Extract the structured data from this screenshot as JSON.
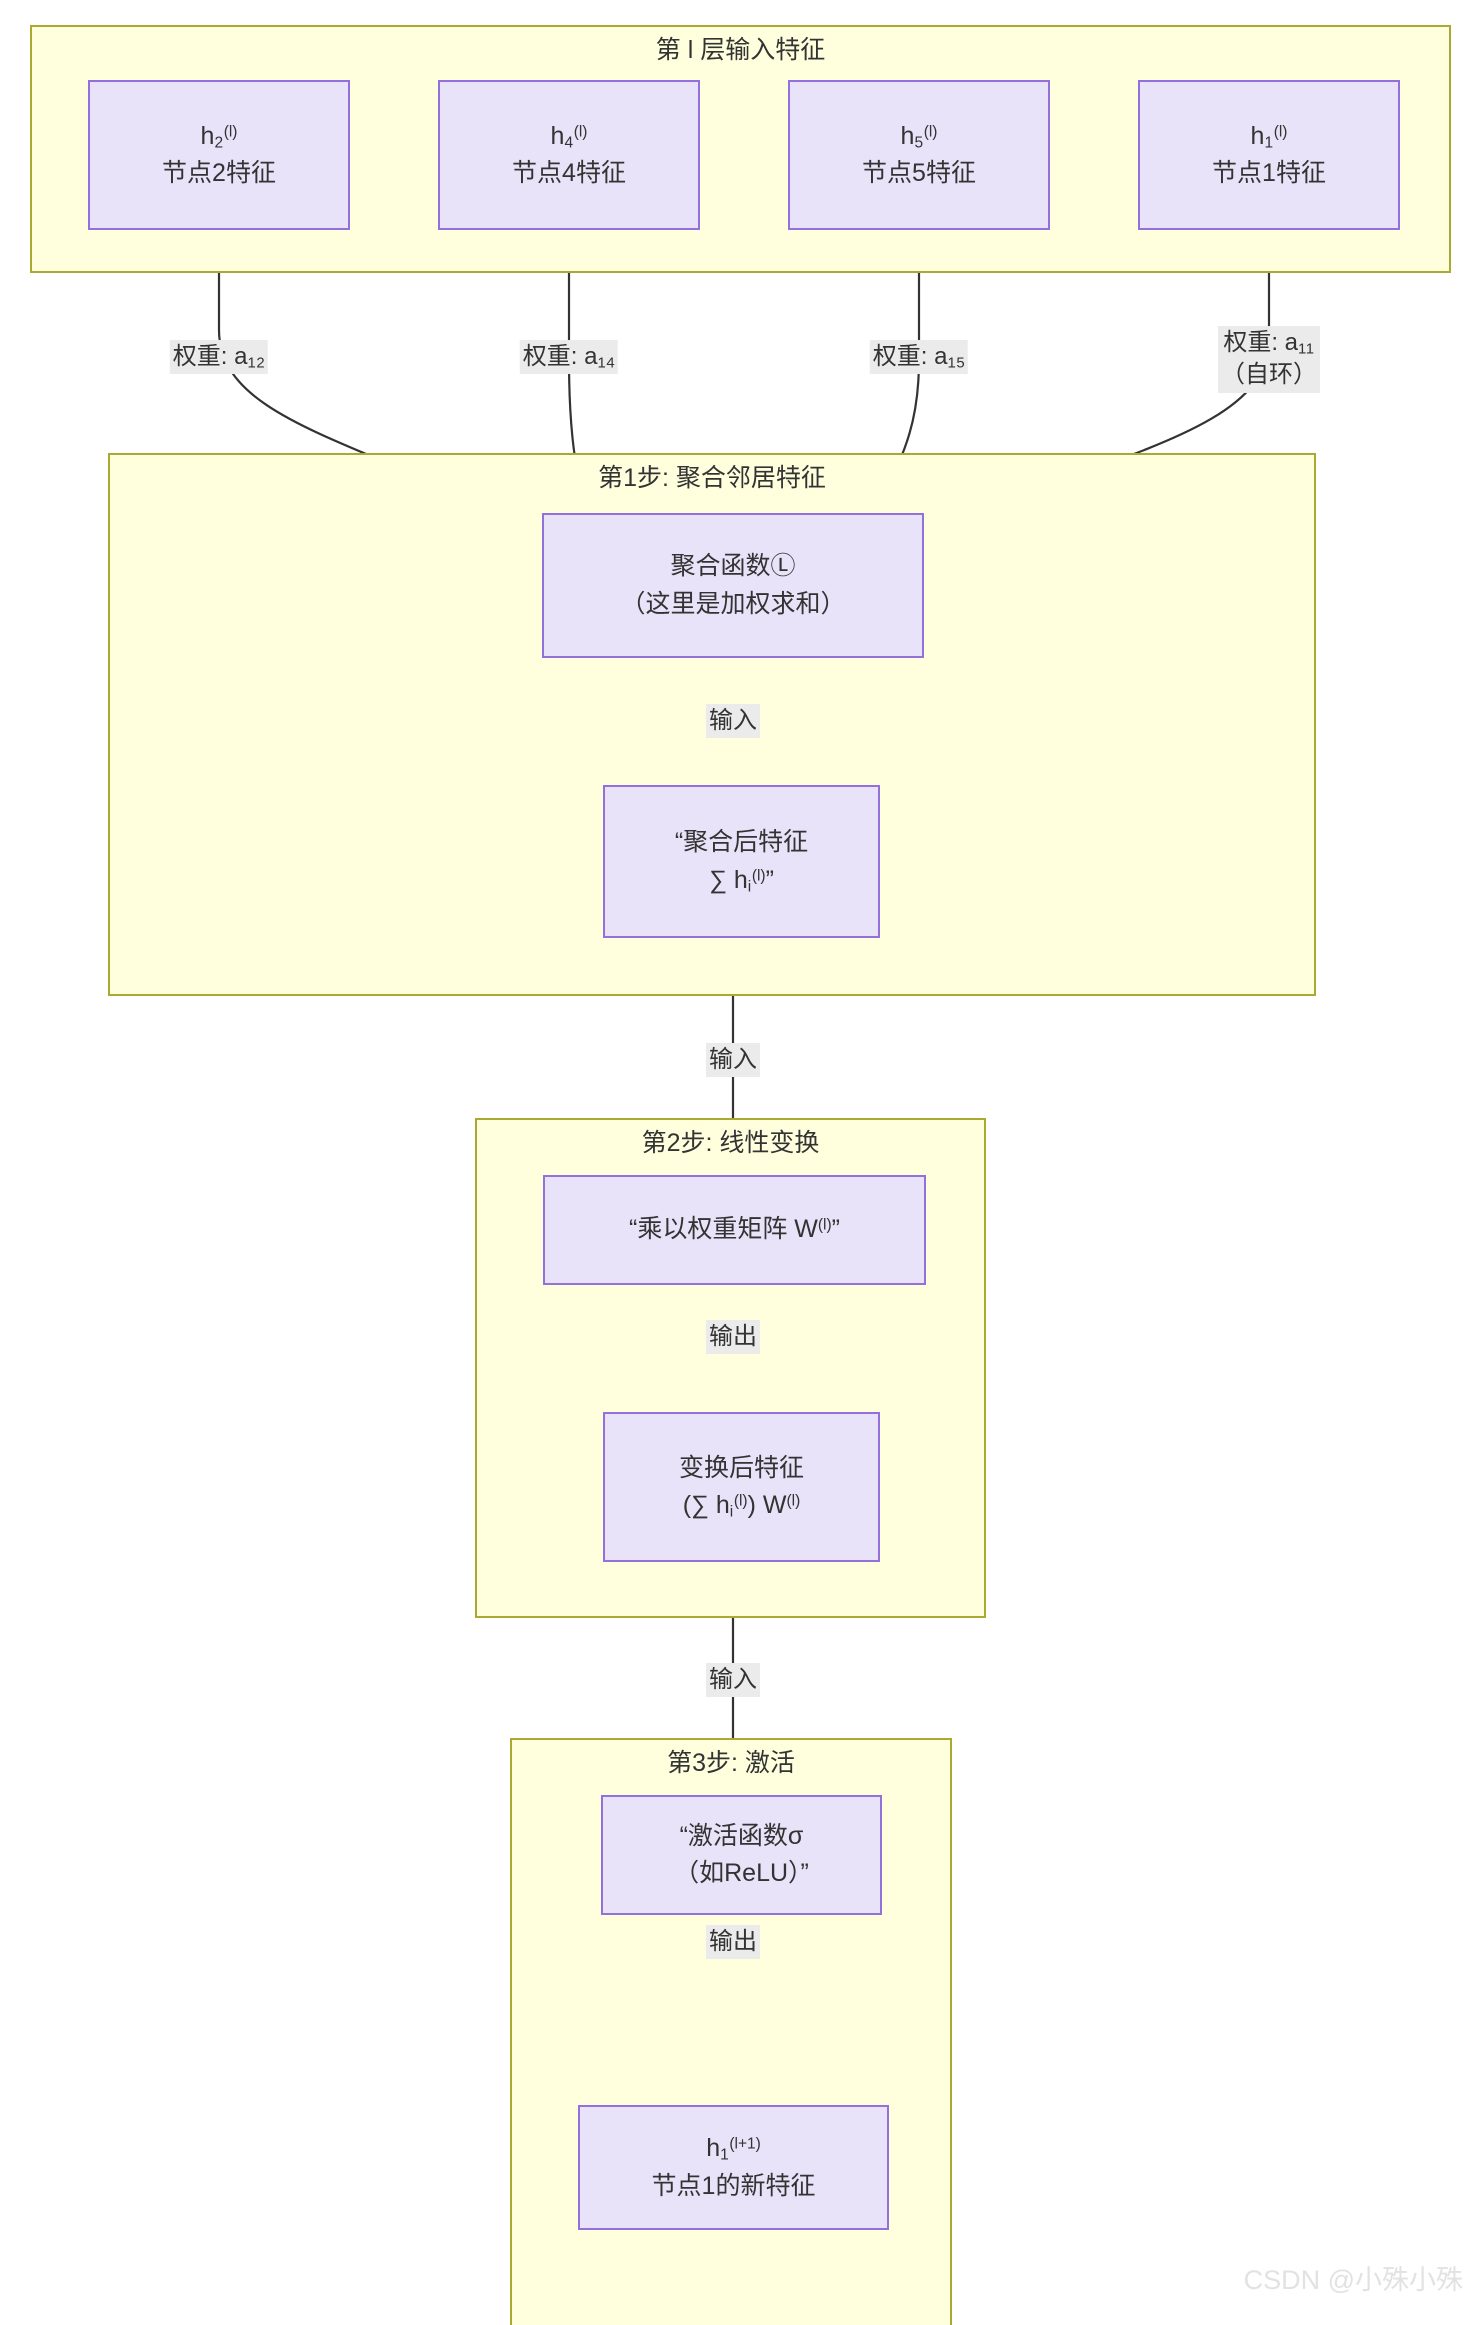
{
  "diagram": {
    "title_layer": "第 l 层输入特征",
    "groups": [
      {
        "id": "input-layer",
        "label": "第 l 层输入特征"
      },
      {
        "id": "step1",
        "label": "第1步: 聚合邻居特征"
      },
      {
        "id": "step2",
        "label": "第2步: 线性变换"
      },
      {
        "id": "step3",
        "label": "第3步: 激活"
      }
    ],
    "input_nodes": [
      {
        "id": "h2",
        "symbol_base": "h",
        "symbol_sub": "2",
        "symbol_sup": "(l)",
        "desc": "节点2特征"
      },
      {
        "id": "h4",
        "symbol_base": "h",
        "symbol_sub": "4",
        "symbol_sup": "(l)",
        "desc": "节点4特征"
      },
      {
        "id": "h5",
        "symbol_base": "h",
        "symbol_sub": "5",
        "symbol_sup": "(l)",
        "desc": "节点5特征"
      },
      {
        "id": "h1",
        "symbol_base": "h",
        "symbol_sub": "1",
        "symbol_sup": "(l)",
        "desc": "节点1特征"
      }
    ],
    "edge_labels": [
      {
        "id": "w12",
        "line1": "权重: a",
        "sub": "12",
        "line2": ""
      },
      {
        "id": "w14",
        "line1": "权重: a",
        "sub": "14",
        "line2": ""
      },
      {
        "id": "w15",
        "line1": "权重: a",
        "sub": "15",
        "line2": ""
      },
      {
        "id": "w11",
        "line1": "权重: a",
        "sub": "11",
        "line2": "（自环）"
      }
    ],
    "flow_labels": {
      "agg_to_aggfeat": "输入",
      "aggfeat_to_step2": "输入",
      "wmul_to_transformed": "输出",
      "transformed_to_step3": "输入",
      "act_to_output": "输出"
    },
    "nodes": {
      "aggregate_fn": {
        "line1": "聚合函数Ⓛ",
        "line2": "（这里是加权求和）"
      },
      "aggregated_feature": {
        "line1": "“聚合后特征",
        "line2_prefix": "∑ h",
        "line2_sub": "i",
        "line2_sup": "(l)",
        "line2_suffix": "”"
      },
      "weight_matrix": {
        "prefix": "“乘以权重矩阵 W",
        "sup": "(l)",
        "suffix": "”"
      },
      "transformed_feature": {
        "line1": "变换后特征",
        "line2_a": "(∑ h",
        "line2_sub": "i",
        "line2_sup1": "(l)",
        "line2_b": ") W",
        "line2_sup2": "(l)"
      },
      "activation_fn": {
        "line1": "“激活函数σ",
        "line2": "（如ReLU）”"
      },
      "output_feature": {
        "symbol_base": "h",
        "symbol_sub": "1",
        "symbol_sup": "(l+1)",
        "desc": "节点1的新特征"
      }
    },
    "watermark": "CSDN @小殊小殊",
    "colors": {
      "group_fill": "#ffffde",
      "group_border": "#aaaa33",
      "node_fill": "#e8e3f8",
      "node_border": "#9370db",
      "edge_stroke": "#333333",
      "label_bg": "#ebebeb",
      "text": "#333333"
    }
  }
}
